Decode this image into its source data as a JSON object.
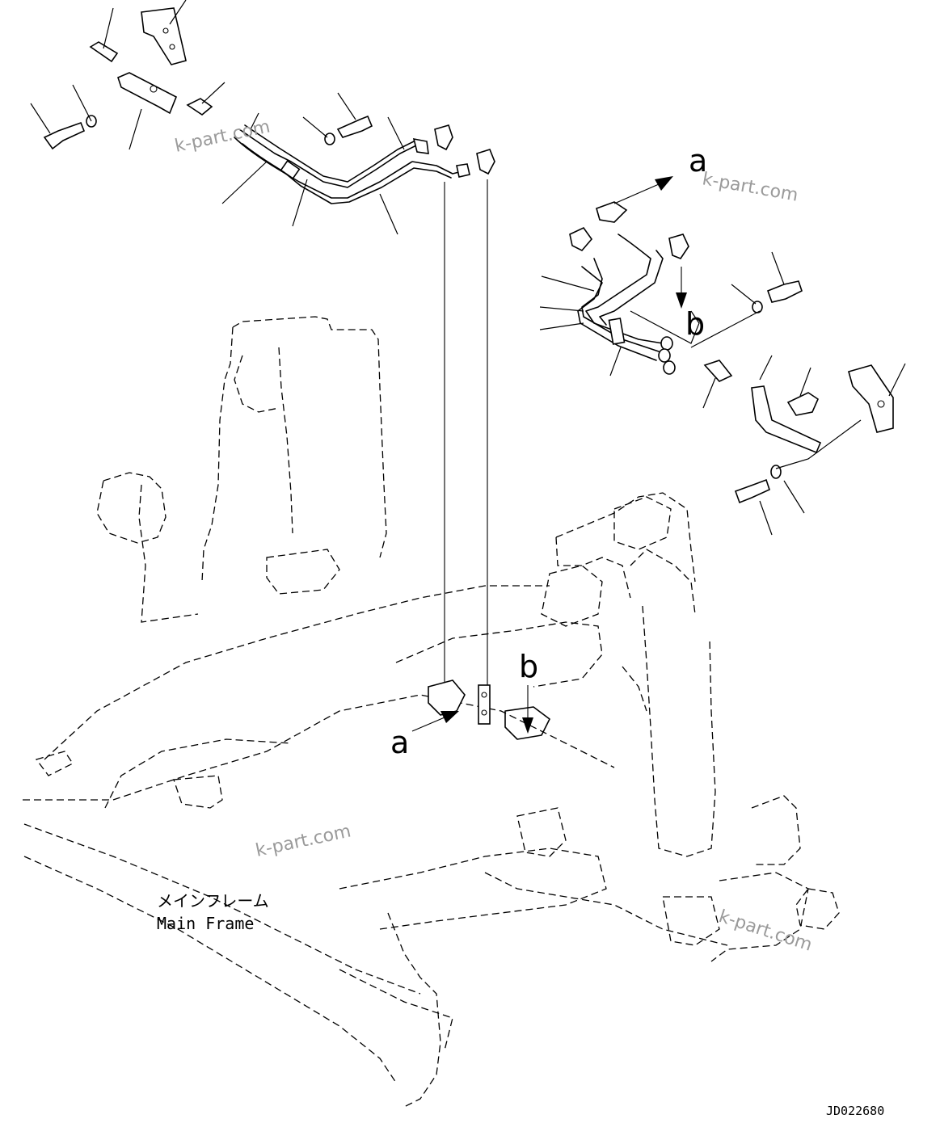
{
  "view_labels": {
    "a_upper": "a",
    "b_upper": "b",
    "a_lower": "a",
    "b_lower": "b"
  },
  "frame_label": {
    "japanese": "メインフレーム",
    "english": "Main Frame"
  },
  "watermarks": [
    "k-part.com",
    "k-part.com",
    "k-part.com",
    "k-part.com"
  ],
  "drawing_number": "JD022680"
}
